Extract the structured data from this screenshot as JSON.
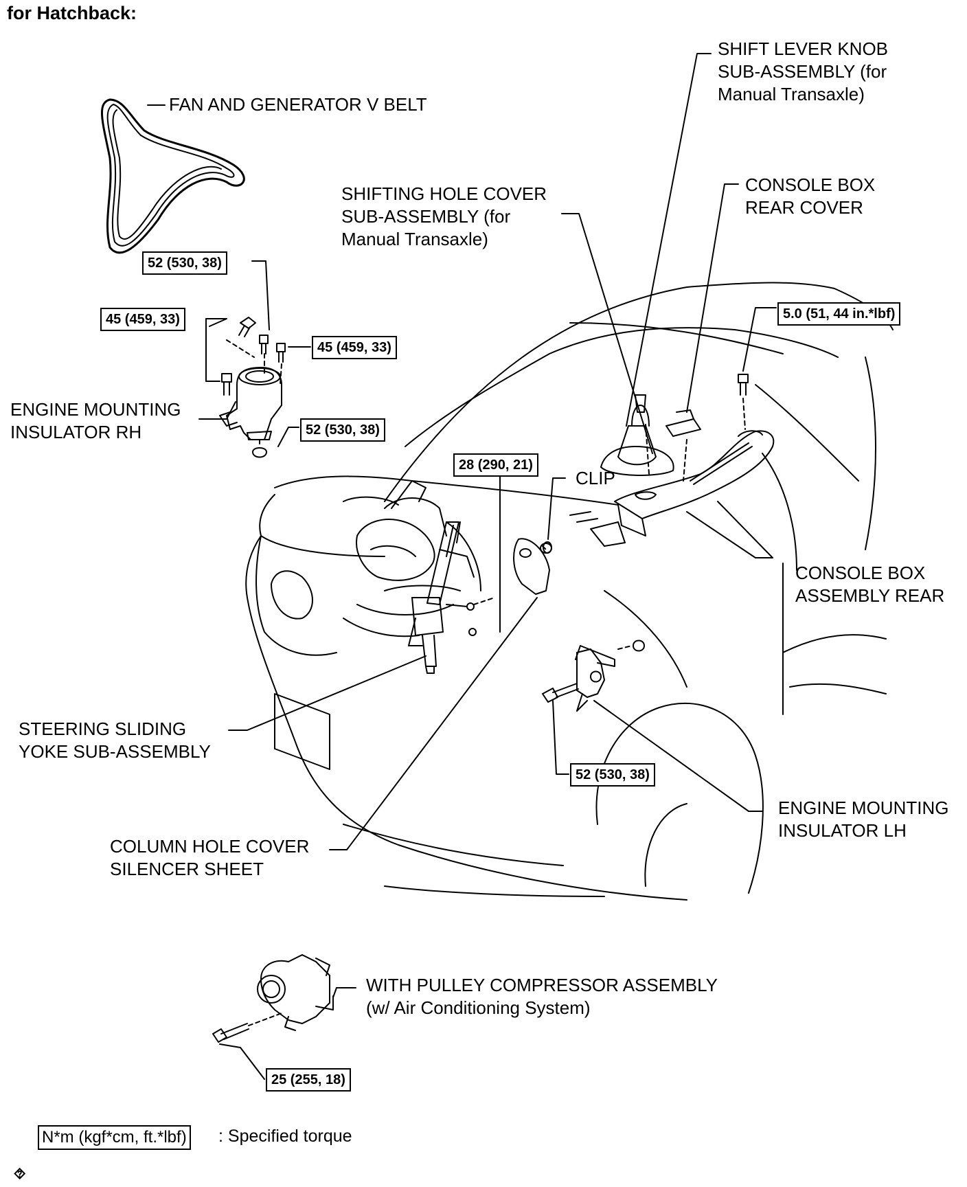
{
  "title": "for Hatchback:",
  "labels": {
    "fan_belt": "FAN AND GENERATOR V BELT",
    "shift_knob": [
      "SHIFT LEVER KNOB",
      "SUB-ASSEMBLY (for",
      "Manual Transaxle)"
    ],
    "shifting_hole": [
      "SHIFTING HOLE COVER",
      "SUB-ASSEMBLY (for",
      "Manual Transaxle)"
    ],
    "console_rear_cover": [
      "CONSOLE BOX",
      "REAR COVER"
    ],
    "engine_mount_rh": [
      "ENGINE MOUNTING",
      "INSULATOR RH"
    ],
    "clip": "CLIP",
    "console_box_rear": [
      "CONSOLE BOX",
      "ASSEMBLY REAR"
    ],
    "steering_yoke": [
      "STEERING SLIDING",
      "YOKE SUB-ASSEMBLY"
    ],
    "column_hole": [
      "COLUMN HOLE COVER",
      "SILENCER SHEET"
    ],
    "engine_mount_lh": [
      "ENGINE MOUNTING",
      "INSULATOR LH"
    ],
    "compressor": [
      "WITH PULLEY COMPRESSOR ASSEMBLY",
      "(w/ Air Conditioning System)"
    ]
  },
  "torque": {
    "t1": "52 (530, 38)",
    "t2": "45 (459, 33)",
    "t3": "45 (459, 33)",
    "t4": "52 (530, 38)",
    "t5": "28 (290, 21)",
    "t6": "5.0 (51, 44 in.*lbf)",
    "t7": "52 (530, 38)",
    "t8": "25 (255, 18)"
  },
  "legend": {
    "unit": "N*m (kgf*cm, ft.*lbf)",
    "text": ": Specified torque"
  },
  "footer_mark": "⯑"
}
